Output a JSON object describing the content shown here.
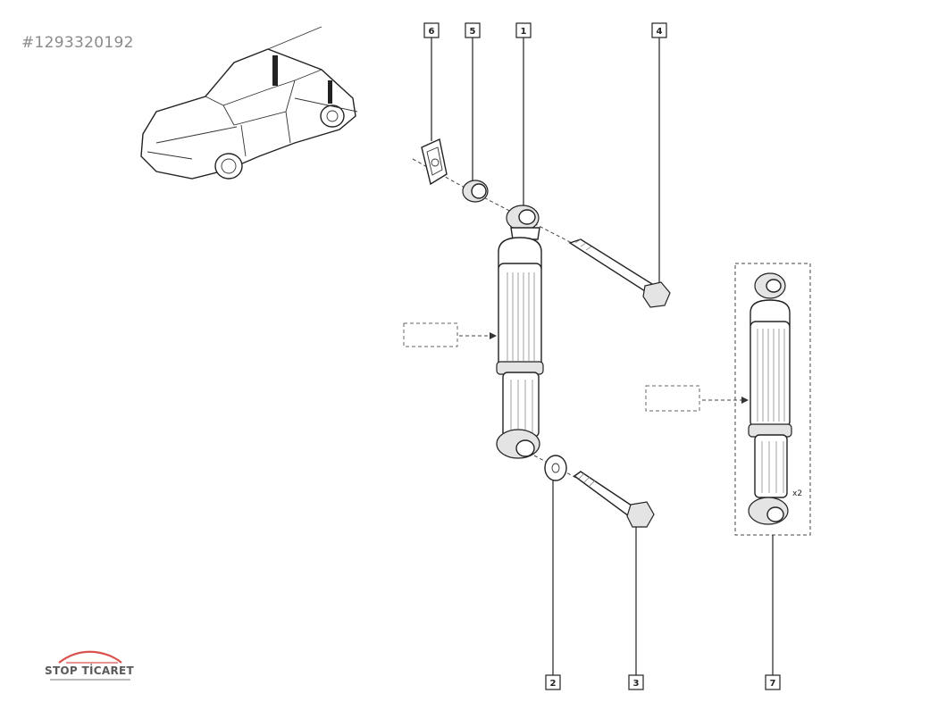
{
  "catalog_number": "#1293320192",
  "callouts": [
    {
      "id": "1",
      "label": "1"
    },
    {
      "id": "2",
      "label": "2"
    },
    {
      "id": "3",
      "label": "3"
    },
    {
      "id": "4",
      "label": "4"
    },
    {
      "id": "5",
      "label": "5"
    },
    {
      "id": "6",
      "label": "6"
    },
    {
      "id": "7",
      "label": "7"
    }
  ],
  "quantity_note": "x2",
  "logo": {
    "text": "STOP TİCARET"
  },
  "colors": {
    "line": "#222222",
    "logo_accent": "#d9534f",
    "text_gray": "#8a8a8a"
  }
}
